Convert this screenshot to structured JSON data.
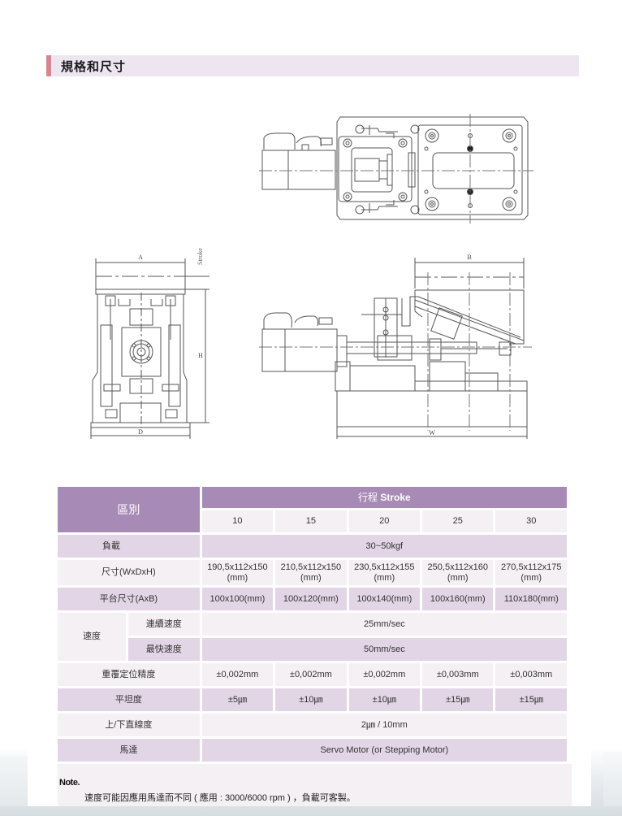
{
  "section": {
    "title": "規格和尺寸"
  },
  "drawings": {
    "front_view": {
      "labels": {
        "width": "A",
        "height": "H",
        "depth": "D",
        "stroke": "Stroke"
      }
    },
    "side_view": {
      "labels": {
        "platform": "B",
        "width": "W"
      }
    }
  },
  "table": {
    "header": {
      "category": "區別",
      "stroke_prefix": "行程",
      "stroke_label": "Stroke",
      "strokes": [
        "10",
        "15",
        "20",
        "25",
        "30"
      ]
    },
    "rows": {
      "load": {
        "label": "負載",
        "value": "30~50kgf"
      },
      "size": {
        "label": "尺寸(WxDxH)",
        "values": [
          {
            "dim": "190,5x112x150",
            "unit": "(mm)"
          },
          {
            "dim": "210,5x112x150",
            "unit": "(mm)"
          },
          {
            "dim": "230,5x112x155",
            "unit": "(mm)"
          },
          {
            "dim": "250,5x112x160",
            "unit": "(mm)"
          },
          {
            "dim": "270,5x112x175",
            "unit": "(mm)"
          }
        ]
      },
      "platform": {
        "label": "平台尺寸(AxB)",
        "values": [
          "100x100(mm)",
          "100x120(mm)",
          "100x140(mm)",
          "100x160(mm)",
          "110x180(mm)"
        ]
      },
      "speed": {
        "label": "速度",
        "continuous": {
          "label": "連續速度",
          "value": "25mm/sec"
        },
        "max": {
          "label": "最快速度",
          "value": "50mm/sec"
        }
      },
      "repeatability": {
        "label": "重覆定位精度",
        "values": [
          "±0,002mm",
          "±0,002mm",
          "±0,002mm",
          "±0,003mm",
          "±0,003mm"
        ]
      },
      "flatness": {
        "label": "平坦度",
        "values": [
          "±5㎛",
          "±10㎛",
          "±10㎛",
          "±15㎛",
          "±15㎛"
        ]
      },
      "straightness": {
        "label": "上/下直線度",
        "value": "2㎛ / 10mm"
      },
      "motor": {
        "label": "馬達",
        "value": "Servo Motor (or Stepping Motor)"
      }
    }
  },
  "note": {
    "title": "Note.",
    "text": "速度可能因應用馬達而不同 ( 應用 : 3000/6000 rpm ) ，負載可客製。"
  },
  "colors": {
    "header_bg": "#a78ab6",
    "row_dark": "#e2d6e6",
    "row_light": "#f5f0f4",
    "section_bar": "#d9848f",
    "section_bg": "#ede6f1"
  }
}
